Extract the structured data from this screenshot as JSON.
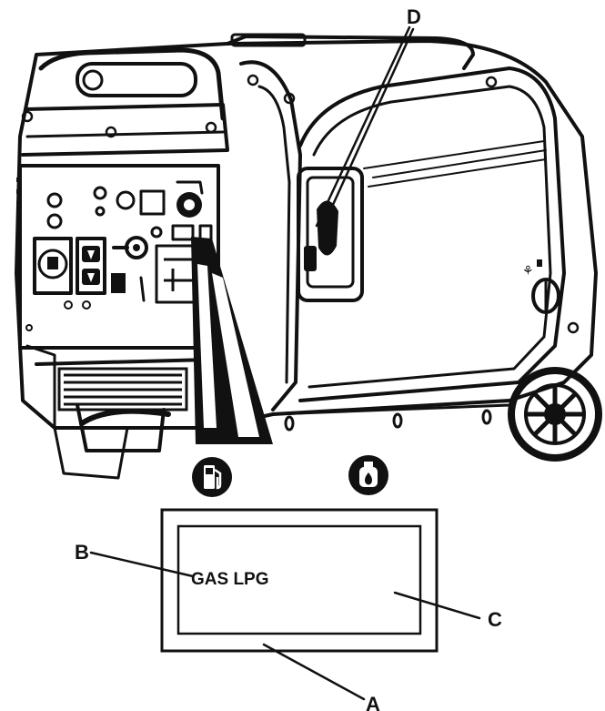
{
  "callouts": {
    "a": "A",
    "b": "B",
    "c": "C",
    "d": "D"
  },
  "panel": {
    "text": "GAS LPG"
  },
  "icons": {
    "gas": "gas-pump-icon",
    "lpg": "lpg-tank-icon"
  }
}
